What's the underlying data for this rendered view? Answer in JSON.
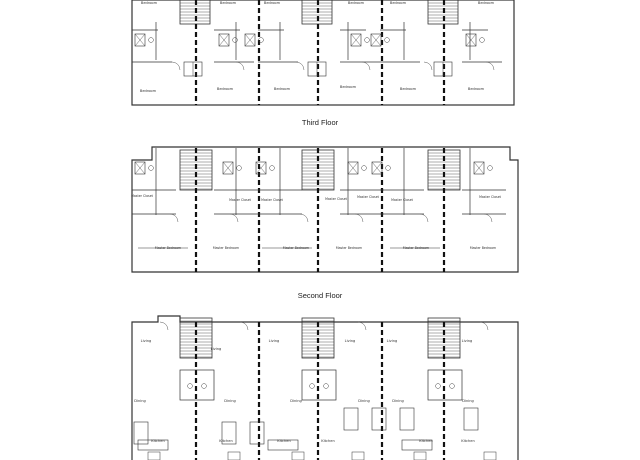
{
  "floors": [
    {
      "title": "",
      "room_labels": [
        "Bedroom",
        "Bedroom",
        "Bedroom",
        "Bedroom",
        "Bedroom",
        "Bedroom",
        "Bedroom",
        "Bedroom",
        "Bedroom",
        "Bedroom",
        "Bedroom",
        "Bedroom"
      ]
    },
    {
      "title": "Third Floor",
      "room_labels": [
        "Master Closet",
        "Master Closet",
        "Master Closet",
        "Master Closet",
        "Master Closet",
        "Master Closet",
        "Master Closet",
        "Master Bedroom",
        "Master Bedroom",
        "Master Bedroom",
        "Master Bedroom",
        "Master Bedroom",
        "Master Bedroom"
      ]
    },
    {
      "title": "Second Floor",
      "room_labels": [
        "Living",
        "Living",
        "Living",
        "Living",
        "Living",
        "Living",
        "Dining",
        "Dining",
        "Dining",
        "Dining",
        "Dining",
        "Dining",
        "Kitchen",
        "Kitchen",
        "Kitchen",
        "Kitchen",
        "Kitchen",
        "Kitchen"
      ]
    }
  ]
}
